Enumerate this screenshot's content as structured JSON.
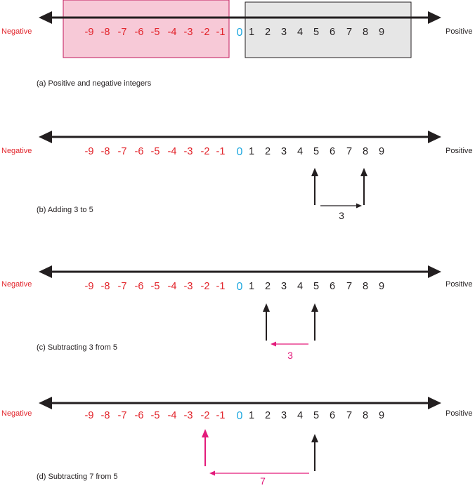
{
  "colors": {
    "negative": "#e2242b",
    "positive": "#231f20",
    "zero": "#1fa8df",
    "axis": "#231f20",
    "caption": "#231f20",
    "magenta": "#e31b7b",
    "pink_box_fill": "#f7c9d7",
    "pink_box_stroke": "#c2185b",
    "gray_box_fill": "#e6e6e6",
    "gray_box_stroke": "#231f20"
  },
  "labels": {
    "negative": "Negative",
    "positive": "Positive"
  },
  "neg_numbers": [
    "-9",
    "-8",
    "-7",
    "-6",
    "-5",
    "-4",
    "-3",
    "-2",
    "-1"
  ],
  "zero": "0",
  "pos_numbers": [
    "1",
    "2",
    "3",
    "4",
    "5",
    "6",
    "7",
    "8",
    "9"
  ],
  "panels": [
    {
      "caption": "(a) Positive and negative integers",
      "jump_label": ""
    },
    {
      "caption": "(b) Adding 3 to 5",
      "jump_label": "3"
    },
    {
      "caption": "(c) Subtracting 3 from 5",
      "jump_label": "3"
    },
    {
      "caption": "(d) Subtracting 7 from 5",
      "jump_label": "7"
    }
  ]
}
